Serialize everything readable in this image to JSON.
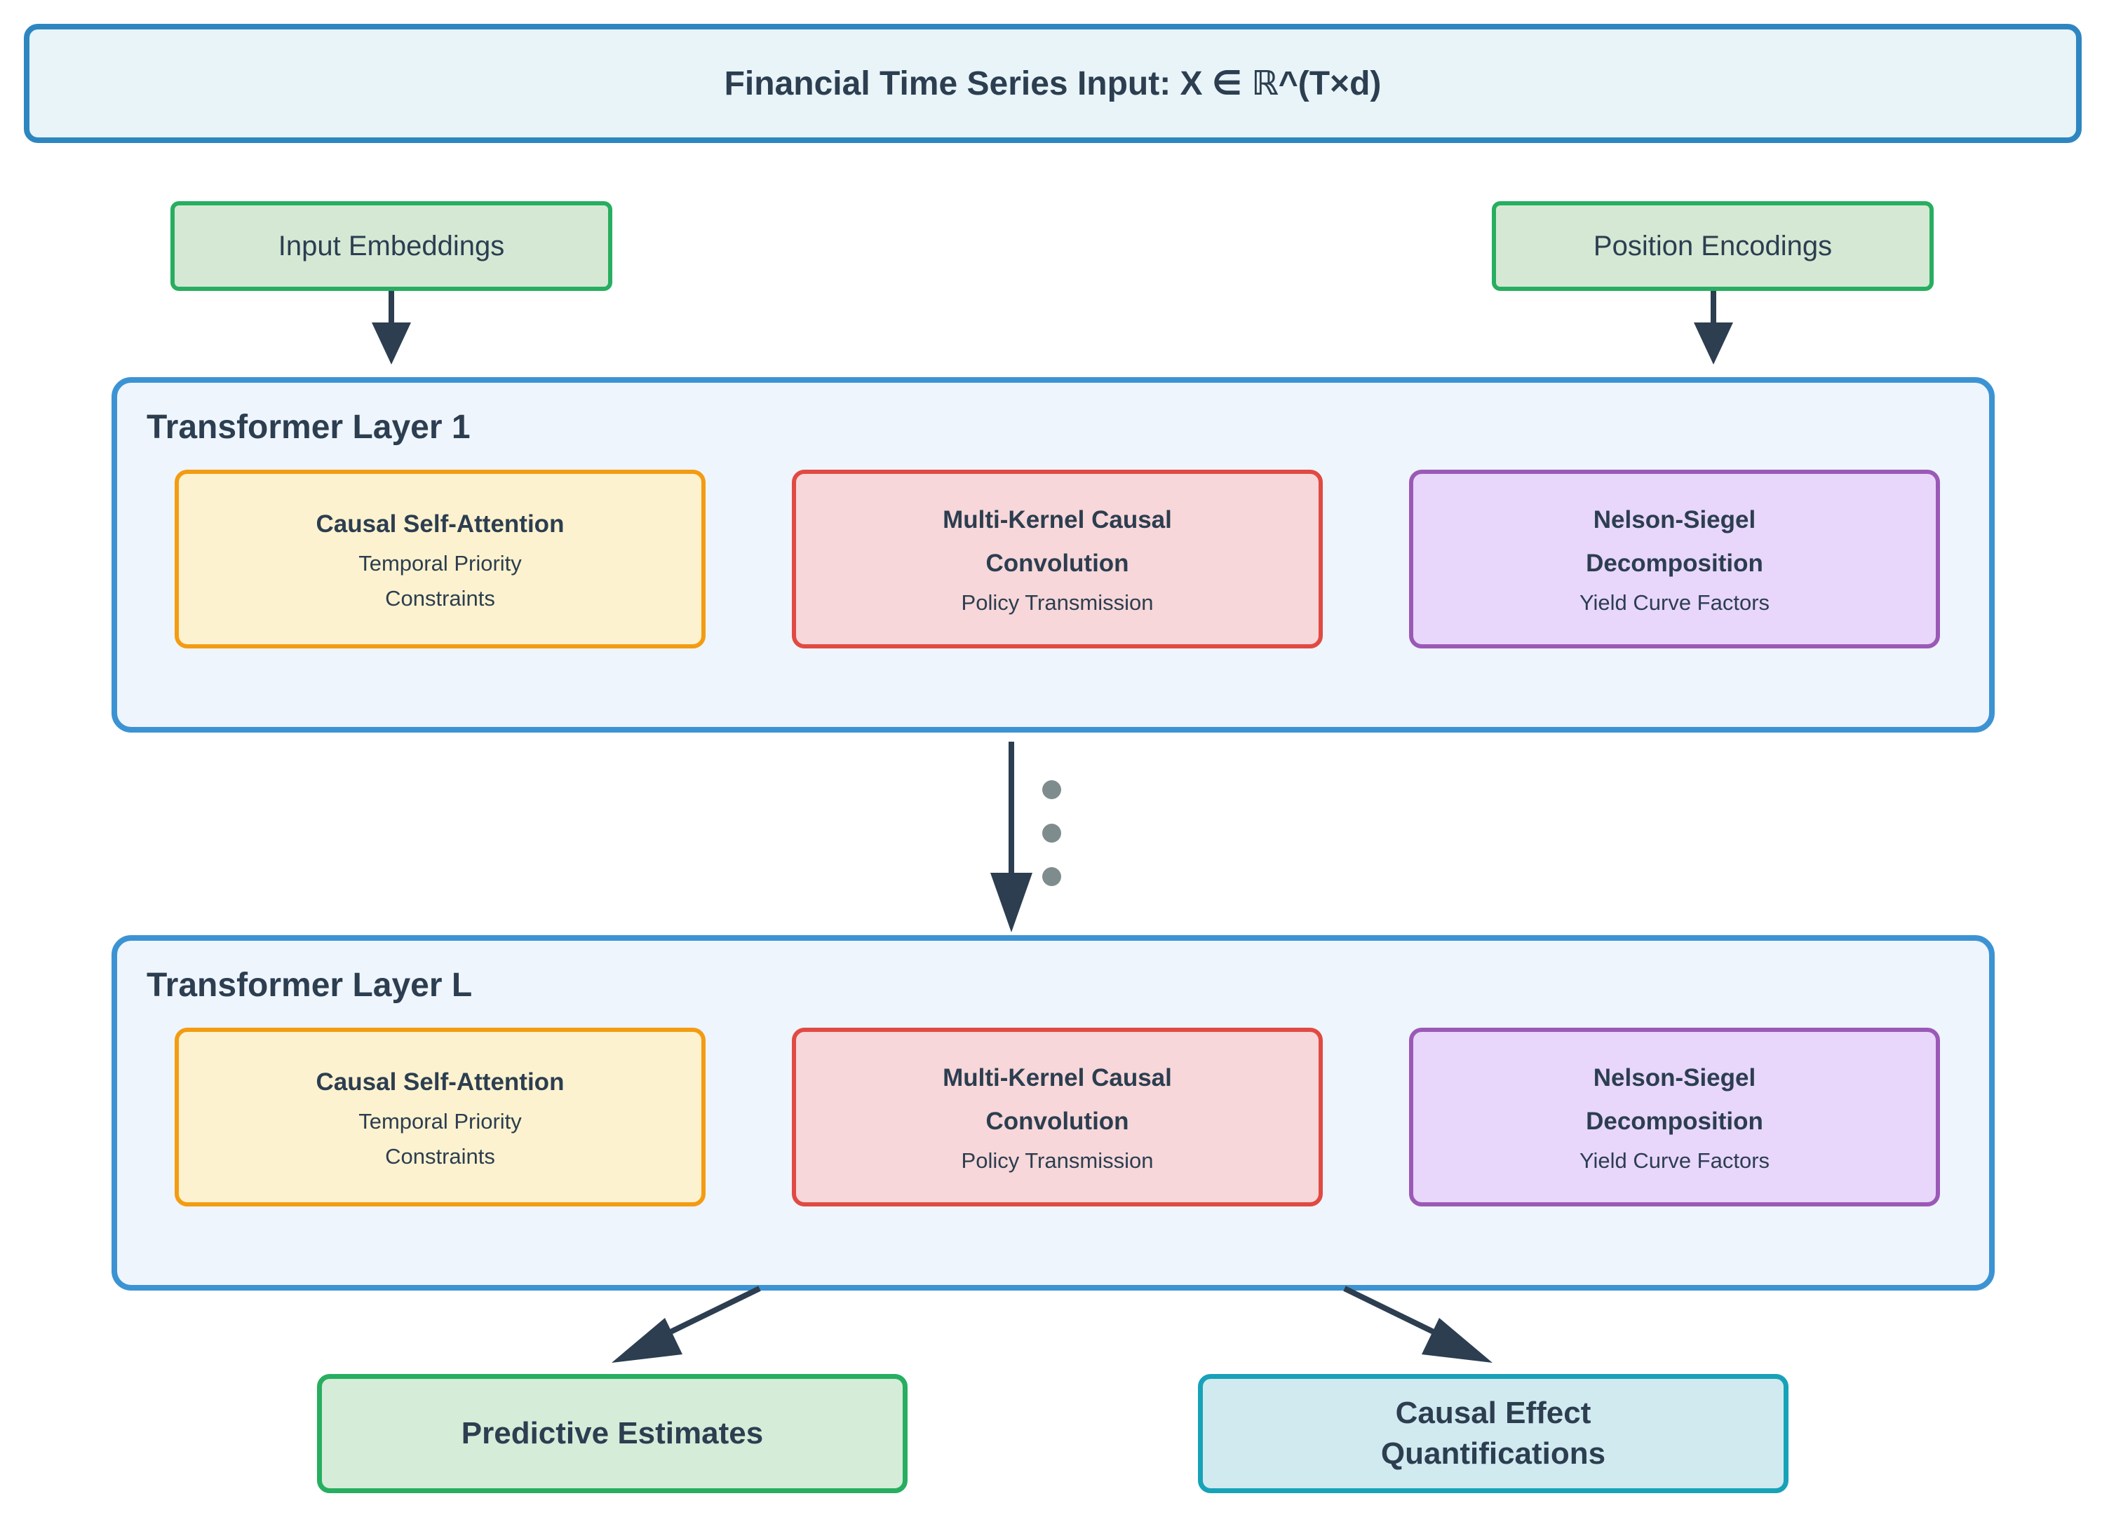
{
  "input": {
    "title": "Financial Time Series Input: X ∈ ℝ^(T×d)"
  },
  "embeddings": {
    "input": "Input Embeddings",
    "position": "Position Encodings"
  },
  "layers": [
    {
      "title": "Transformer Layer 1",
      "components": [
        {
          "title": "Causal Self-Attention",
          "subtitle": "Temporal Priority Constraints"
        },
        {
          "title": "Multi-Kernel Causal Convolution",
          "subtitle": "Policy Transmission"
        },
        {
          "title": "Nelson-Siegel Decomposition",
          "subtitle": "Yield Curve Factors"
        }
      ]
    },
    {
      "title": "Transformer Layer L",
      "components": [
        {
          "title": "Causal Self-Attention",
          "subtitle": "Temporal Priority Constraints"
        },
        {
          "title": "Multi-Kernel Causal Convolution",
          "subtitle": "Policy Transmission"
        },
        {
          "title": "Nelson-Siegel Decomposition",
          "subtitle": "Yield Curve Factors"
        }
      ]
    }
  ],
  "outputs": {
    "predictive": "Predictive Estimates",
    "causal": "Causal Effect Quantifications"
  },
  "colors": {
    "arrow": "#2c3e50",
    "attention_border": "#f39c12",
    "convolution_border": "#e04a43",
    "nelson_siegel_border": "#9b59b6",
    "layer_border": "#3c93d3"
  }
}
